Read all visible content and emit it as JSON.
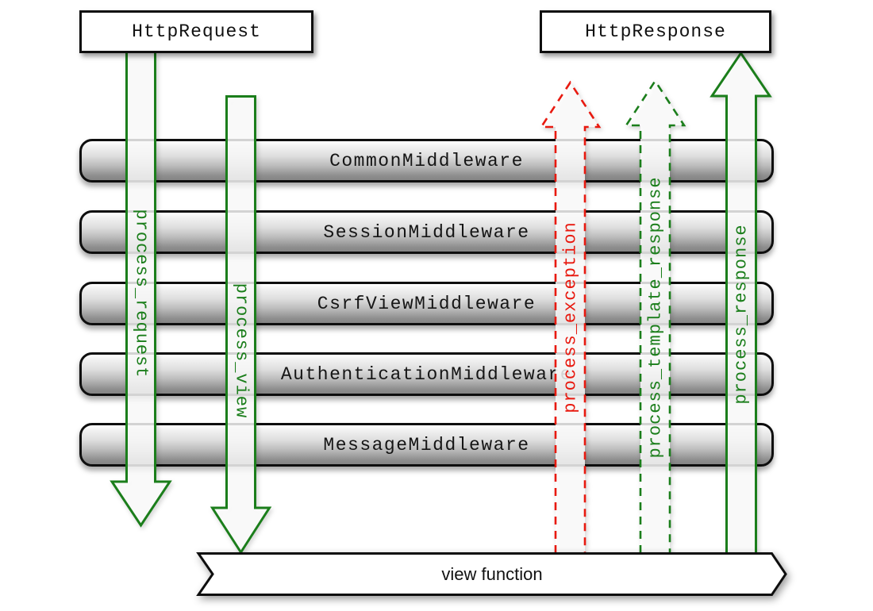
{
  "boxes": {
    "http_request": "HttpRequest",
    "http_response": "HttpResponse"
  },
  "middleware": [
    "CommonMiddleware",
    "SessionMiddleware",
    "CsrfViewMiddleware",
    "AuthenticationMiddleware",
    "MessageMiddleware"
  ],
  "view_function_label": "view function",
  "arrows": [
    {
      "id": "process-request",
      "label": "process_request",
      "direction": "down",
      "style": "solid",
      "color_key": "green"
    },
    {
      "id": "process-view",
      "label": "process_view",
      "direction": "down",
      "style": "solid",
      "color_key": "green"
    },
    {
      "id": "process-exception",
      "label": "process_exception",
      "direction": "up",
      "style": "dashed",
      "color_key": "red"
    },
    {
      "id": "process-template-response",
      "label": "process_template_response",
      "direction": "up",
      "style": "dashed",
      "color_key": "green"
    },
    {
      "id": "process-response",
      "label": "process_response",
      "direction": "up",
      "style": "solid",
      "color_key": "green"
    }
  ],
  "colors": {
    "green": "#1b7e1b",
    "red": "#e8190f"
  }
}
